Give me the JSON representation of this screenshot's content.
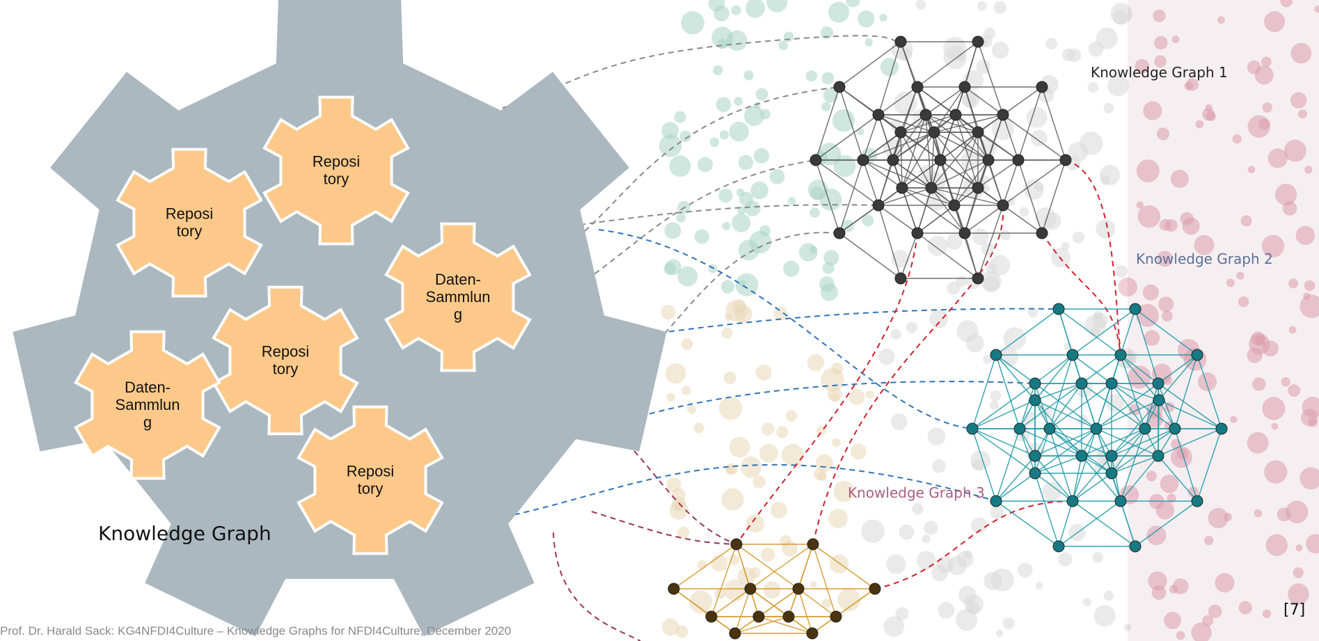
{
  "diagram": {
    "main_label": "Knowledge Graph",
    "gears": [
      {
        "lines": [
          "Reposi",
          "tory"
        ]
      },
      {
        "lines": [
          "Reposi",
          "tory"
        ]
      },
      {
        "lines": [
          "Daten-",
          "Sammlun",
          "g"
        ]
      },
      {
        "lines": [
          "Reposi",
          "tory"
        ]
      },
      {
        "lines": [
          "Daten-",
          "Sammlun",
          "g"
        ]
      },
      {
        "lines": [
          "Reposi",
          "tory"
        ]
      }
    ],
    "graph_labels": {
      "kg1": "Knowledge Graph 1",
      "kg2": "Knowledge Graph 2",
      "kg3": "Knowledge Graph 3"
    }
  },
  "colors": {
    "big_gear": "#abb8c0",
    "small_gear": "#fdc98a",
    "kg1": "#555555",
    "kg2": "#1b9aa8",
    "kg3": "#d49a2a",
    "link_grey": "#888888",
    "link_blue": "#2f72b8",
    "link_red": "#d11f2a",
    "link_purple": "#9a3358"
  },
  "footer": "Prof. Dr. Harald Sack: KG4NFDI4Culture – Knowledge Graphs for NFDI4Culture, December 2020",
  "page_ref": "[7]"
}
